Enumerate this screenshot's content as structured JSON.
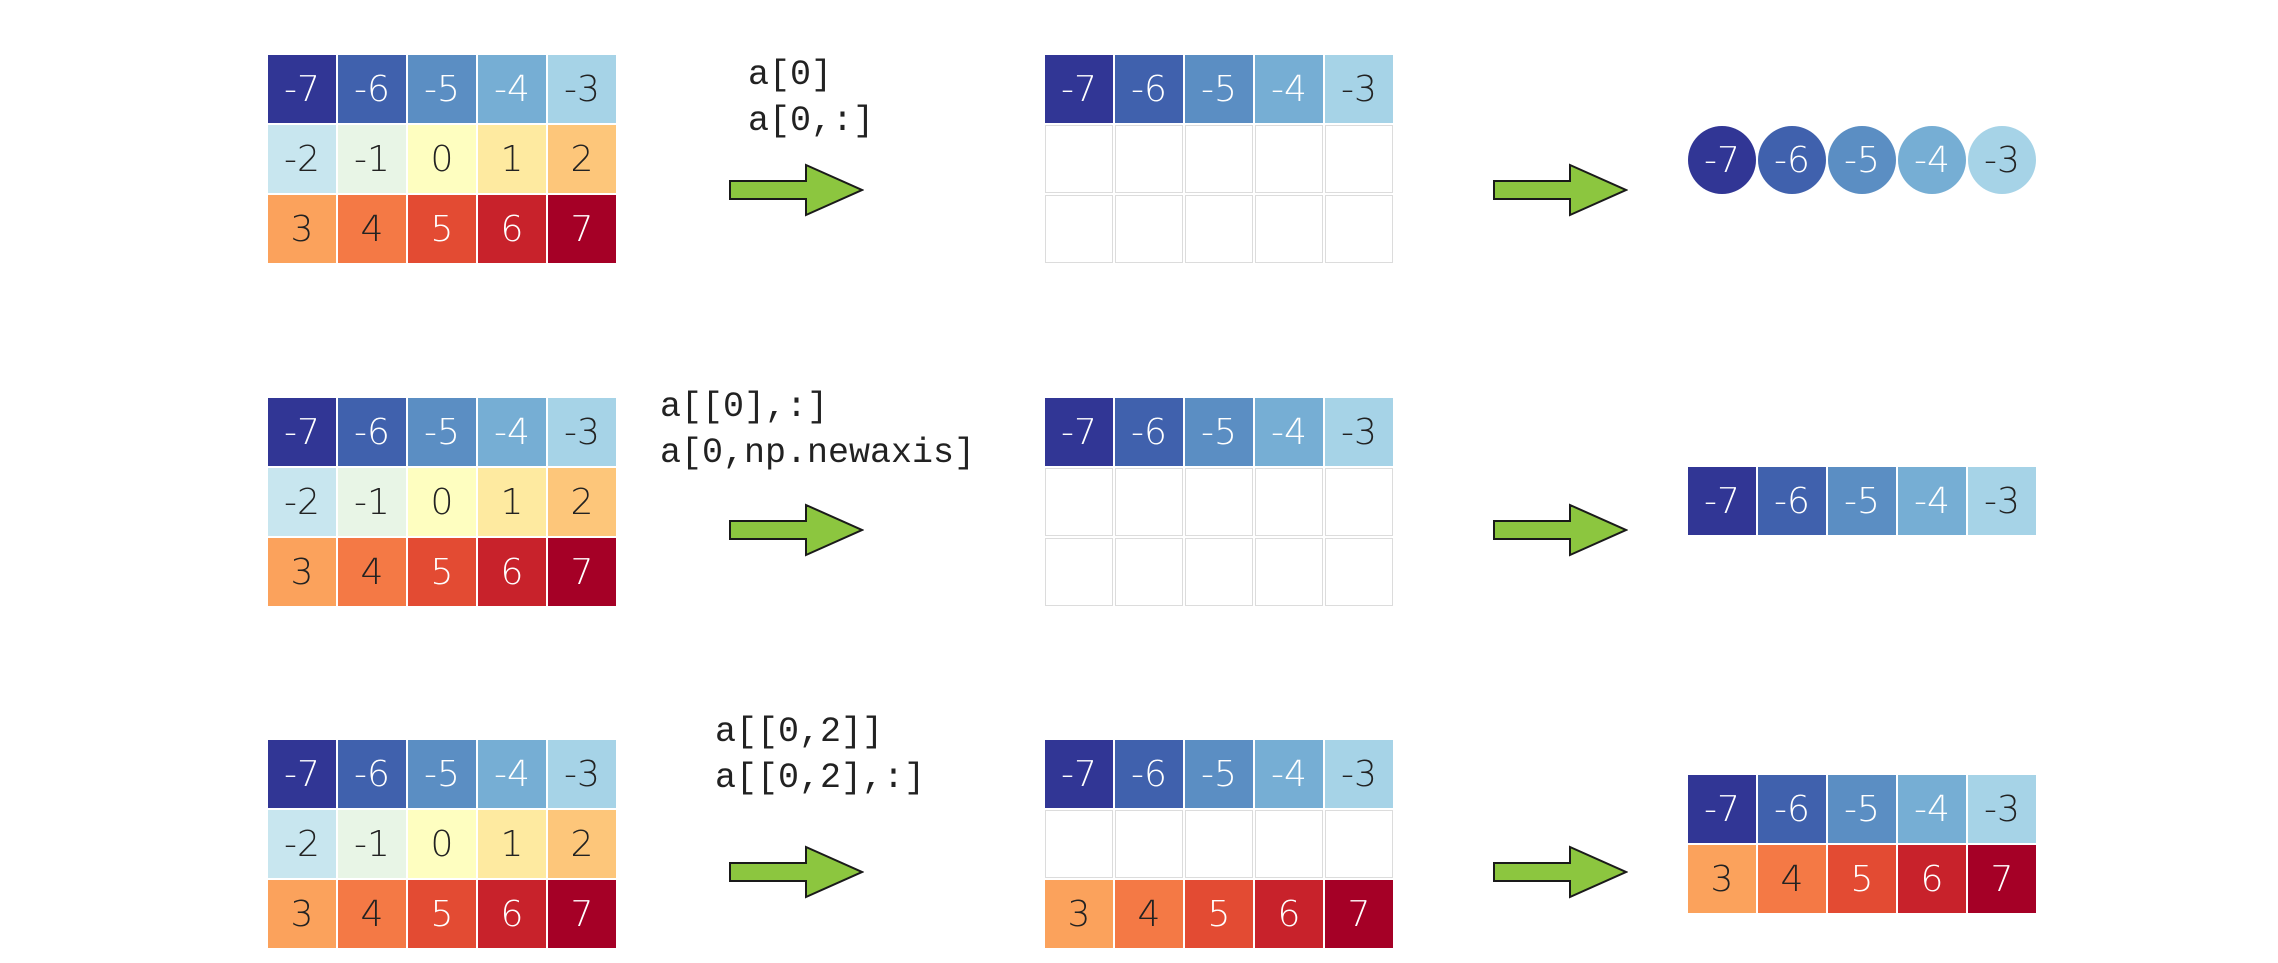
{
  "matrix": [
    [
      -7,
      -6,
      -5,
      -4,
      -3
    ],
    [
      -2,
      -1,
      0,
      1,
      2
    ],
    [
      3,
      4,
      5,
      6,
      7
    ]
  ],
  "colors": {
    "-7": "#313695",
    "-6": "#4061ad",
    "-5": "#5b8ec3",
    "-4": "#76aed4",
    "-3": "#a6d3e7",
    "-2": "#c8e6ef",
    "-1": "#e8f5e6",
    "0": "#fefec0",
    "1": "#feeaa0",
    "2": "#fdc67a",
    "3": "#fba25c",
    "4": "#f47945",
    "5": "#e34b33",
    "6": "#c8222b",
    "7": "#a50026"
  },
  "dark_text_values": [
    -3,
    -2,
    -1,
    0,
    1,
    2,
    3,
    4
  ],
  "arrow_color": "#8cc63f",
  "rows": [
    {
      "code": [
        "a[0]",
        "a[0,:]"
      ],
      "selected_rows": [
        0
      ],
      "result_rows": [
        0
      ],
      "result_shape": "circles"
    },
    {
      "code": [
        "a[[0],:]",
        "a[0,np.newaxis]"
      ],
      "selected_rows": [
        0
      ],
      "result_rows": [
        0
      ],
      "result_shape": "squares"
    },
    {
      "code": [
        "a[[0,2]]",
        "a[[0,2],:]"
      ],
      "selected_rows": [
        0,
        2
      ],
      "result_rows": [
        0,
        2
      ],
      "result_shape": "squares"
    }
  ]
}
